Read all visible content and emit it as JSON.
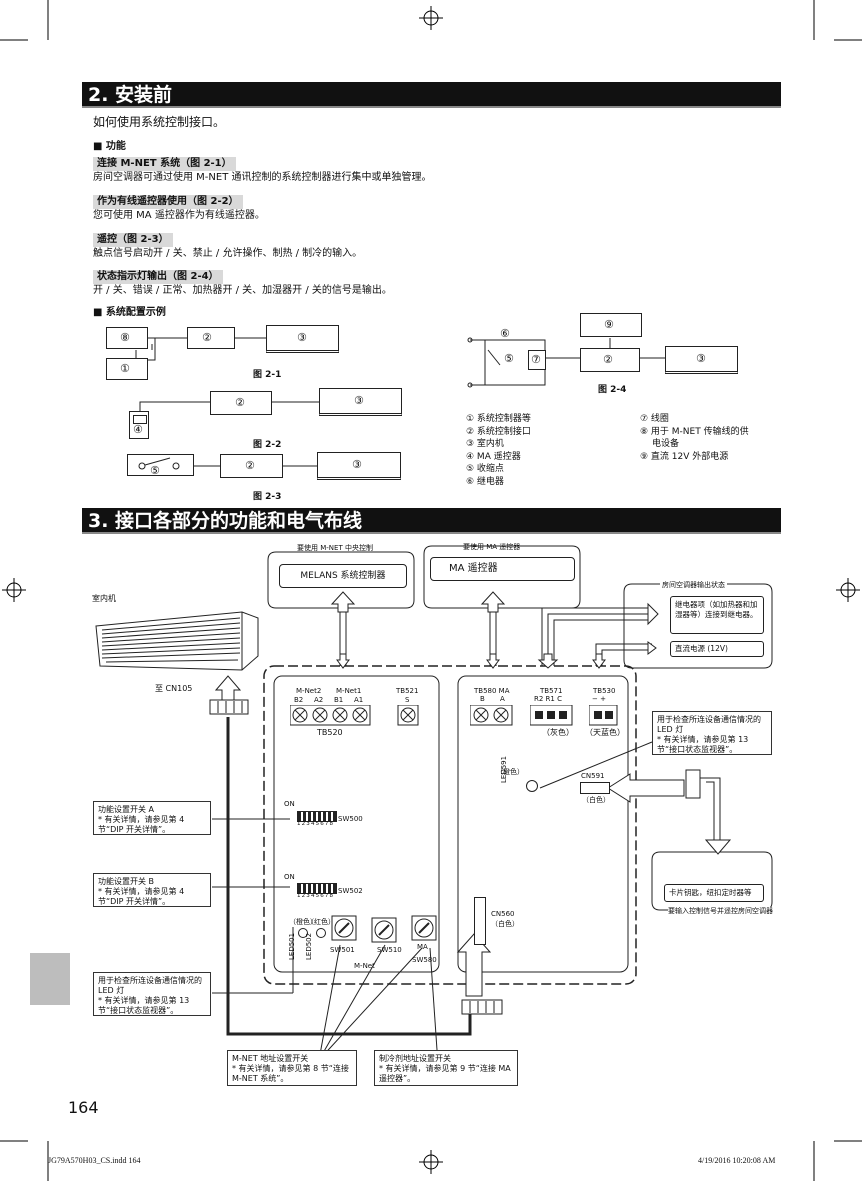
{
  "section2": {
    "title": "2. 安装前",
    "intro": "如何使用系统控制接口。",
    "function_heading": "■ 功能",
    "items": [
      {
        "heading": "连接 M-NET 系统（图 2-1）",
        "text": "房间空调器可通过使用 M-NET 通讯控制的系统控制器进行集中或单独管理。"
      },
      {
        "heading": "作为有线遥控器使用（图 2-2）",
        "text": "您可使用 MA 遥控器作为有线遥控器。"
      },
      {
        "heading": "遥控（图 2-3）",
        "text": "触点信号启动开 / 关、禁止 / 允许操作、制热 / 制冷的输入。"
      },
      {
        "heading": "状态指示灯输出（图 2-4）",
        "text": "开 / 关、错误 / 正常、加热器开 / 关、加湿器开 / 关的信号是输出。"
      }
    ],
    "config_heading": "■ 系统配置示例",
    "fig1": {
      "label": "图 2-1",
      "n8": "⑧",
      "n2": "②",
      "n3": "③",
      "n1": "①"
    },
    "fig2": {
      "label": "图 2-2",
      "n4": "④",
      "n2": "②",
      "n3": "③"
    },
    "fig3": {
      "label": "图 2-3",
      "n5": "⑤",
      "n2": "②",
      "n3": "③"
    },
    "fig4": {
      "label": "图 2-4",
      "n6": "⑥",
      "n9": "⑨",
      "n5": "⑤",
      "n7": "⑦",
      "n2": "②",
      "n3": "③"
    },
    "legend_left": [
      "① 系统控制器等",
      "② 系统控制接口",
      "③ 室内机",
      "④ MA 遥控器",
      "⑤ 收缩点",
      "⑥ 继电器"
    ],
    "legend_right": [
      "⑦ 线圈",
      "⑧ 用于 M-NET 传输线的供",
      "电设备",
      "⑨ 直流 12V 外部电源"
    ]
  },
  "section3": {
    "title": "3. 接口各部分的功能和电气布线",
    "mnet_top": "要使用 M-NET 中央控制",
    "melans": "MELANS 系统控制器",
    "ma_top": "要使用 MA 遥控器",
    "ma_remote": "MA 遥控器",
    "indoor_unit": "室内机",
    "to_cn105": "至 CN105",
    "output_status": "房间空调器输出状态",
    "relay_box": "继电器项（如加热器和加湿器等）连接到继电器。",
    "dc_box": "直流电源 (12V)",
    "tb520_labels": {
      "mnet2": "M-Net2",
      "mnet1": "M-Net1",
      "b2": "B2",
      "a2": "A2",
      "b1": "B1",
      "a1": "A1",
      "tb": "TB520"
    },
    "tb521": {
      "name": "TB521",
      "s": "S"
    },
    "tb580": {
      "name": "TB580 MA",
      "b": "B",
      "a": "A"
    },
    "tb571": {
      "name": "TB571",
      "pins": "R2 R1  C",
      "color": "（灰色）"
    },
    "tb530": {
      "name": "TB530",
      "pins": "−   +",
      "color": "（天蓝色）"
    },
    "led_callout": {
      "title": "用于检查所连设备通信情况的 LED 灯",
      "note": "* 有关详情，请参见第 13 节“接口状态监视器”。"
    },
    "led591": {
      "color": "（橙色）",
      "name": "LED591"
    },
    "cn591": {
      "name": "CN591",
      "color": "（白色）"
    },
    "card_box": "卡片钥匙，纽扣定时器等",
    "card_caption": "要输入控制信号并遥控房间空调器",
    "sw500": {
      "on": "ON",
      "nums": "1 2 3 4 5 6 7 8",
      "name": "SW500"
    },
    "sw502": {
      "on": "ON",
      "nums": "1 2 3 4 5 6 7 8",
      "name": "SW502"
    },
    "callout_a": {
      "title": "功能设置开关 A",
      "note": "* 有关详情，请参见第 4 节“DIP 开关详情”。"
    },
    "callout_b": {
      "title": "功能设置开关 B",
      "note": "* 有关详情，请参见第 4 节“DIP 开关详情”。"
    },
    "leds": {
      "orange": "（橙色）",
      "red": "（红色）",
      "led501": "LED501",
      "led502": "LED502"
    },
    "sw501": "SW501",
    "sw510": "SW510",
    "sw580_ma": "MA",
    "sw580": "SW580",
    "mnet_label": "M-Net",
    "cn560": {
      "name": "CN560",
      "color": "（白色）"
    },
    "led_callout2": {
      "title": "用于检查所连设备通信情况的 LED 灯",
      "note": "* 有关详情，请参见第 13 节“接口状态监视器”。"
    },
    "mnet_addr": {
      "title": "M-NET 地址设置开关",
      "note": "* 有关详情，请参见第 8 节“连接 M-NET 系统”。"
    },
    "ref_addr": {
      "title": "制冷剂地址设置开关",
      "note": "* 有关详情，请参见第 9 节“连接 MA 遥控器”。"
    }
  },
  "footer": {
    "page": "164",
    "file": "JG79A570H03_CS.indd   164",
    "date": "4/19/2016   10:20:08 AM"
  }
}
